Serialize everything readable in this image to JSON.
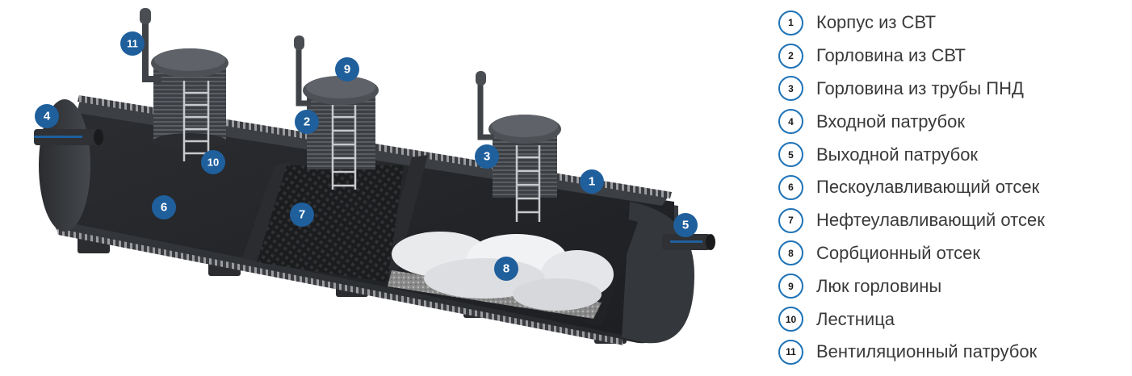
{
  "colors": {
    "badge": "#1f5f9c",
    "legend_ring": "#1f73b7",
    "tank_body": "#3a3d41",
    "tank_dark": "#1f2124",
    "text": "#3a3a3a"
  },
  "callouts": [
    {
      "number": "1"
    },
    {
      "number": "2"
    },
    {
      "number": "3"
    },
    {
      "number": "4"
    },
    {
      "number": "5"
    },
    {
      "number": "6"
    },
    {
      "number": "7"
    },
    {
      "number": "8"
    },
    {
      "number": "9"
    },
    {
      "number": "10"
    },
    {
      "number": "11"
    }
  ],
  "legend": [
    {
      "number": "1",
      "label": "Корпус из СВТ"
    },
    {
      "number": "2",
      "label": "Горловина из СВТ"
    },
    {
      "number": "3",
      "label": "Горловина из трубы ПНД"
    },
    {
      "number": "4",
      "label": "Входной патрубок"
    },
    {
      "number": "5",
      "label": "Выходной патрубок"
    },
    {
      "number": "6",
      "label": "Пескоулавливающий отсек"
    },
    {
      "number": "7",
      "label": "Нефтеулавливающий отсек"
    },
    {
      "number": "8",
      "label": "Сорбционный отсек"
    },
    {
      "number": "9",
      "label": "Люк горловины"
    },
    {
      "number": "10",
      "label": "Лестница"
    },
    {
      "number": "11",
      "label": "Вентиляционный патрубок"
    }
  ]
}
